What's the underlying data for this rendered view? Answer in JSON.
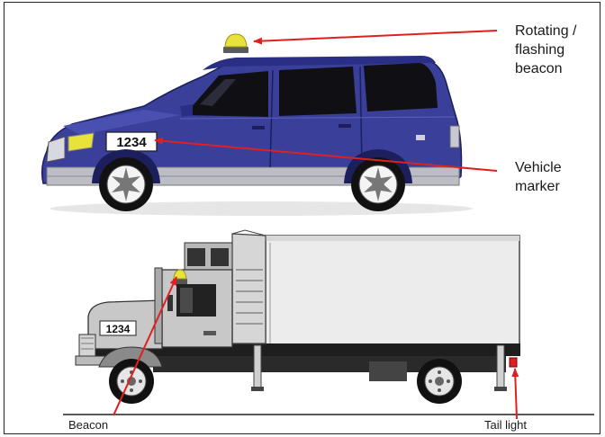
{
  "labels": {
    "beacon_rotating_line1": "Rotating /",
    "beacon_rotating_line2": "flashing",
    "beacon_rotating_line3": "beacon",
    "vehicle_marker_line1": "Vehicle",
    "vehicle_marker_line2": "marker",
    "beacon": "Beacon",
    "tail_light": "Tail light"
  },
  "plates": {
    "car": "1234",
    "truck": "1234"
  },
  "colors": {
    "car_body": "#3a3f9a",
    "car_body_dark": "#24287a",
    "beacon": "#e8e23a",
    "truck_cab": "#c8c8c8",
    "truck_box": "#ececec",
    "arrow": "#e02020"
  }
}
